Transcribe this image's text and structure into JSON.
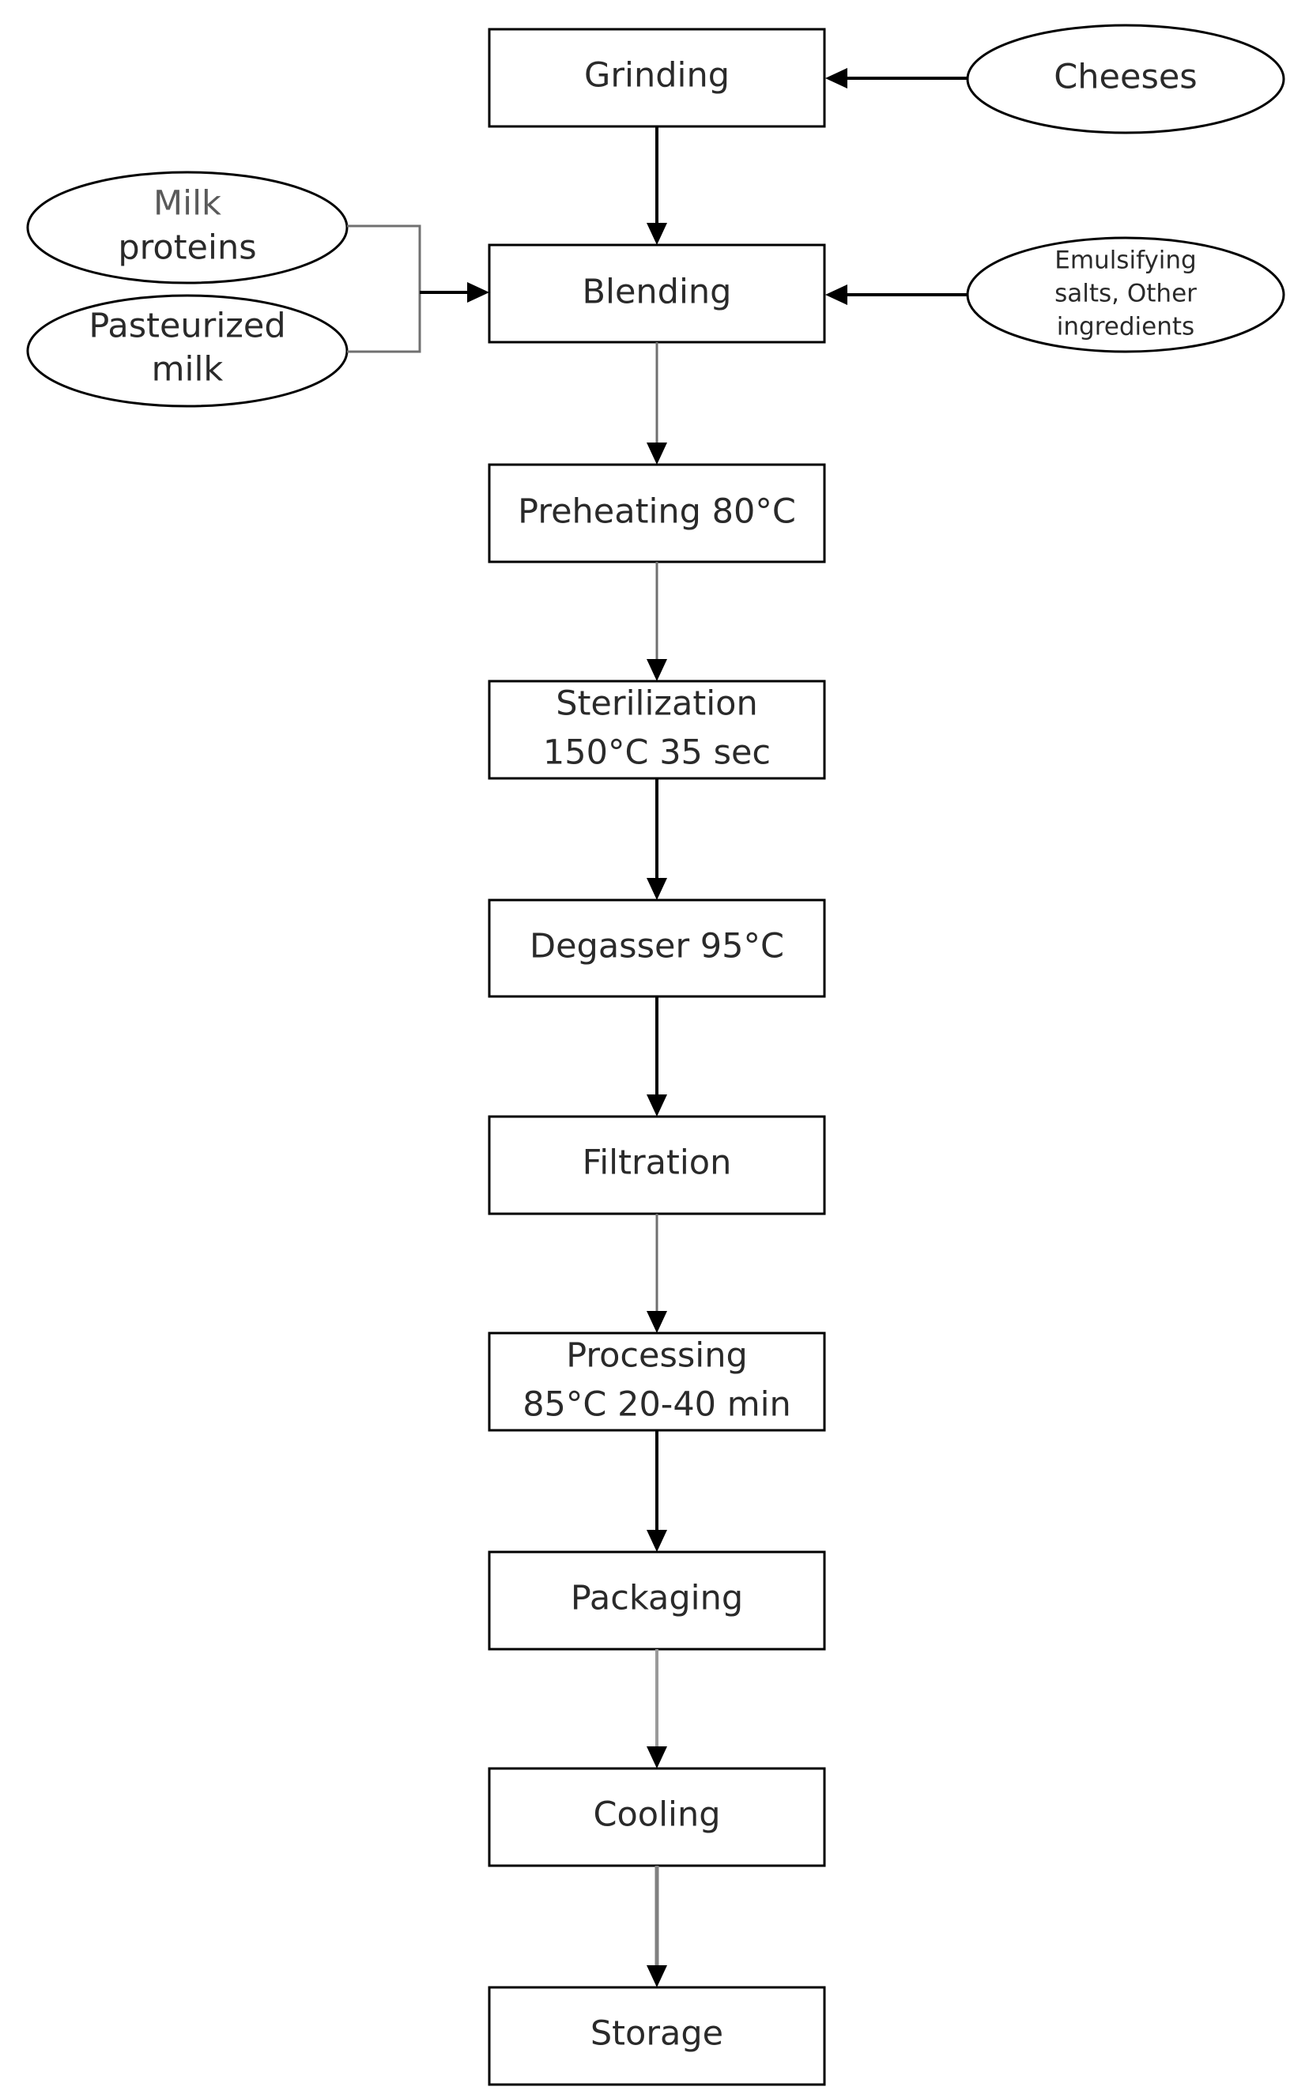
{
  "steps": {
    "grinding": "Grinding",
    "blending": "Blending",
    "preheating": "Preheating 80°C",
    "sterilization": [
      "Sterilization",
      "150°C 35 sec"
    ],
    "degasser": "Degasser 95°C",
    "filtration": "Filtration",
    "processing": [
      "Processing",
      "85°C 20-40 min"
    ],
    "packaging": "Packaging",
    "cooling": "Cooling",
    "storage": "Storage"
  },
  "inputs": {
    "cheeses": "Cheeses",
    "milk_proteins": [
      "Milk",
      "proteins"
    ],
    "pasteurized_milk": [
      "Pasteurized",
      "milk"
    ],
    "emulsifying": [
      "Emulsifying",
      "salts, Other",
      "ingredients"
    ]
  }
}
